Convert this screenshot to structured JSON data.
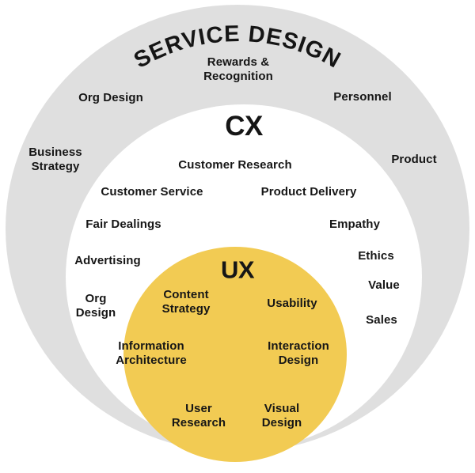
{
  "title": "SERVICE DESIGN",
  "colors": {
    "outer_gray": "#dfdfdf",
    "middle_white": "#ffffff",
    "inner_yellow": "#f2cb53",
    "text": "#161616",
    "background": "#ffffff"
  },
  "labels": {
    "service_design": "SERVICE DESIGN",
    "rewards_recognition": "Rewards &\nRecognition",
    "org_design_outer": "Org Design",
    "personnel": "Personnel",
    "business_strategy": "Business\nStrategy",
    "product": "Product",
    "cx": "CX",
    "customer_research": "Customer Research",
    "customer_service": "Customer Service",
    "product_delivery": "Product Delivery",
    "fair_dealings": "Fair Dealings",
    "empathy": "Empathy",
    "advertising": "Advertising",
    "ethics": "Ethics",
    "org_design_inner": "Org\nDesign",
    "value": "Value",
    "sales": "Sales",
    "ux": "UX",
    "content_strategy": "Content\nStrategy",
    "usability": "Usability",
    "information_architecture": "Information\nArchitecture",
    "interaction_design": "Interaction\nDesign",
    "user_research": "User\nResearch",
    "visual_design": "Visual\nDesign"
  },
  "structure": {
    "type": "nested-euler-diagram",
    "rings": [
      {
        "name": "SERVICE DESIGN",
        "items": [
          "Rewards & Recognition",
          "Org Design",
          "Personnel",
          "Business Strategy",
          "Product"
        ]
      },
      {
        "name": "CX",
        "items": [
          "Customer Research",
          "Customer Service",
          "Product Delivery",
          "Fair Dealings",
          "Empathy",
          "Advertising",
          "Ethics",
          "Org Design",
          "Value",
          "Sales"
        ]
      },
      {
        "name": "UX",
        "items": [
          "Content Strategy",
          "Usability",
          "Information Architecture",
          "Interaction Design",
          "User Research",
          "Visual Design"
        ]
      }
    ]
  }
}
